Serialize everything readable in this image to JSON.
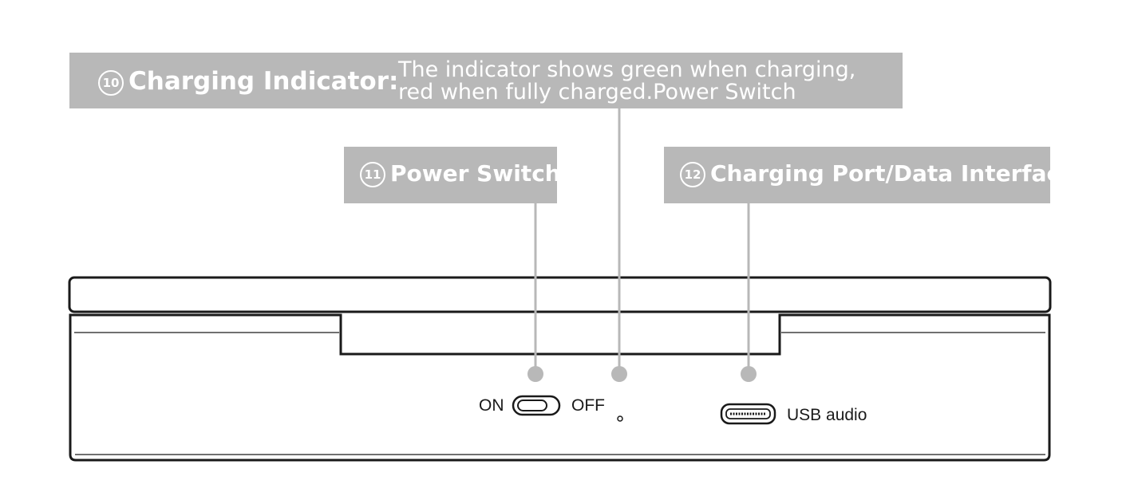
{
  "callouts": {
    "charging_indicator": {
      "number": "10",
      "title": "Charging Indicator:",
      "description_line1": "The indicator shows green when charging,",
      "description_line2": "red when fully charged.Power Switch"
    },
    "power_switch": {
      "number": "11",
      "title": "Power Switch"
    },
    "charging_port": {
      "number": "12",
      "title": "Charging Port/Data Interface"
    }
  },
  "device_labels": {
    "on": "ON",
    "off": "OFF",
    "usb_audio": "USB  audio"
  },
  "colors": {
    "callout_bg": "#b8b8b8",
    "leader": "#b8b8b8",
    "outline": "#1a1a1a"
  }
}
